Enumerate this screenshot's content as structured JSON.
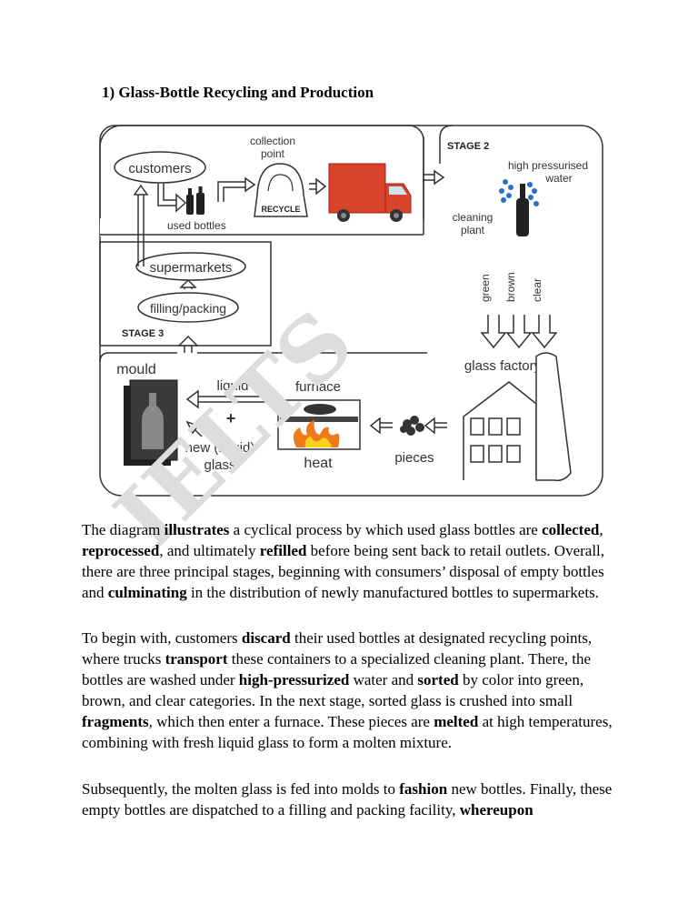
{
  "heading": "1)  Glass-Bottle Recycling and Production",
  "watermark": "IELTS",
  "diagram": {
    "stage2": "STAGE 2",
    "stage3": "STAGE 3",
    "customers": "customers",
    "used_bottles": "used bottles",
    "collection_point": [
      "collection",
      "point"
    ],
    "recycle": "RECYCLE",
    "high_pressurised_water": [
      "high pressurised",
      "water"
    ],
    "cleaning_plant": [
      "cleaning",
      "plant"
    ],
    "colors": [
      "green",
      "brown",
      "clear"
    ],
    "glass_factory": "glass factory",
    "supermarkets": "supermarkets",
    "filling_packing": "filling/packing",
    "mould": "mould",
    "liquid": "liquid",
    "plus": "+",
    "new_liquid_glass": [
      "new (liquid)",
      "glass"
    ],
    "furnace": "furnace",
    "heat": "heat",
    "pieces": "pieces"
  },
  "paragraphs": [
    [
      {
        "t": "The diagram "
      },
      {
        "b": "illustrates"
      },
      {
        "t": " a cyclical process by which used glass bottles are "
      },
      {
        "b": "collected"
      },
      {
        "t": ", "
      },
      {
        "b": "reprocessed"
      },
      {
        "t": ", and ultimately "
      },
      {
        "b": "refilled"
      },
      {
        "t": " before being sent back to retail outlets. Overall, there are three principal stages, beginning with consumers’ disposal of empty bottles and "
      },
      {
        "b": "culminating"
      },
      {
        "t": " in the distribution of newly manufactured bottles to supermarkets."
      }
    ],
    [
      {
        "t": "To begin with, customers "
      },
      {
        "b": "discard"
      },
      {
        "t": " their used bottles at designated recycling points, where trucks "
      },
      {
        "b": "transport"
      },
      {
        "t": " these containers to a specialized cleaning plant. There, the bottles are washed under "
      },
      {
        "b": "high-pressurized"
      },
      {
        "t": " water and "
      },
      {
        "b": "sorted"
      },
      {
        "t": " by color into green, brown, and clear categories. In the next stage, sorted glass is crushed into small "
      },
      {
        "b": "fragments"
      },
      {
        "t": ", which then enter a furnace. These pieces are "
      },
      {
        "b": "melted"
      },
      {
        "t": " at high temperatures, combining with fresh liquid glass to form a molten mixture."
      }
    ],
    [
      {
        "t": "Subsequently, the molten glass is fed into molds to "
      },
      {
        "b": "fashion"
      },
      {
        "t": " new bottles. Finally, these empty bottles are dispatched to a filling and packing facility, "
      },
      {
        "b": "whereupon"
      }
    ]
  ]
}
